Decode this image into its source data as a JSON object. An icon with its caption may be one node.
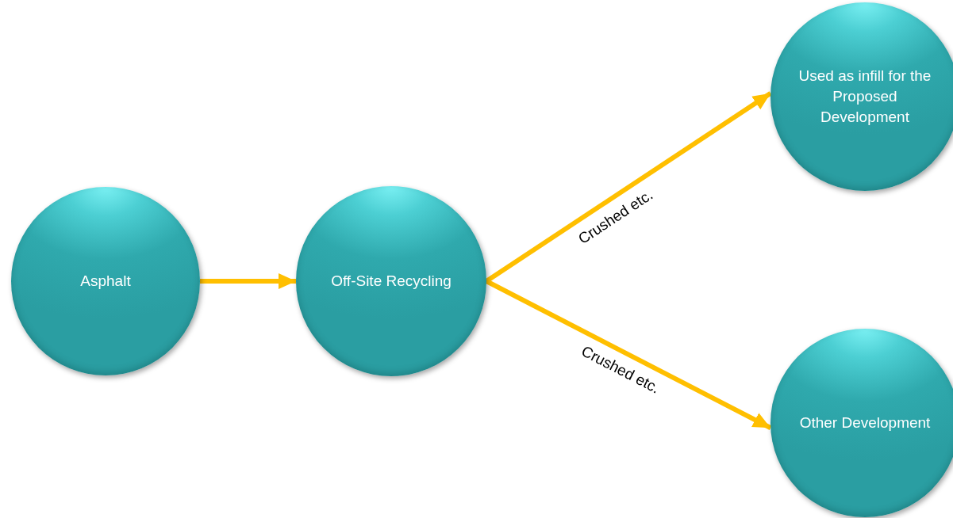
{
  "diagram": {
    "nodes": [
      {
        "text": [
          "Asphalt"
        ]
      },
      {
        "text": [
          "Off-Site Recycling"
        ]
      },
      {
        "text": [
          "Used as infill for the Proposed Development"
        ]
      },
      {
        "text": [
          "Other Development"
        ]
      }
    ],
    "edges": [
      {
        "from": 0,
        "to": 1,
        "arrow": "to"
      },
      {
        "from": 1,
        "to": 2,
        "arrow": "to",
        "label": "Crushed etc."
      },
      {
        "from": 1,
        "to": 3,
        "arrow": "to",
        "label": "Crushed etc."
      }
    ]
  }
}
